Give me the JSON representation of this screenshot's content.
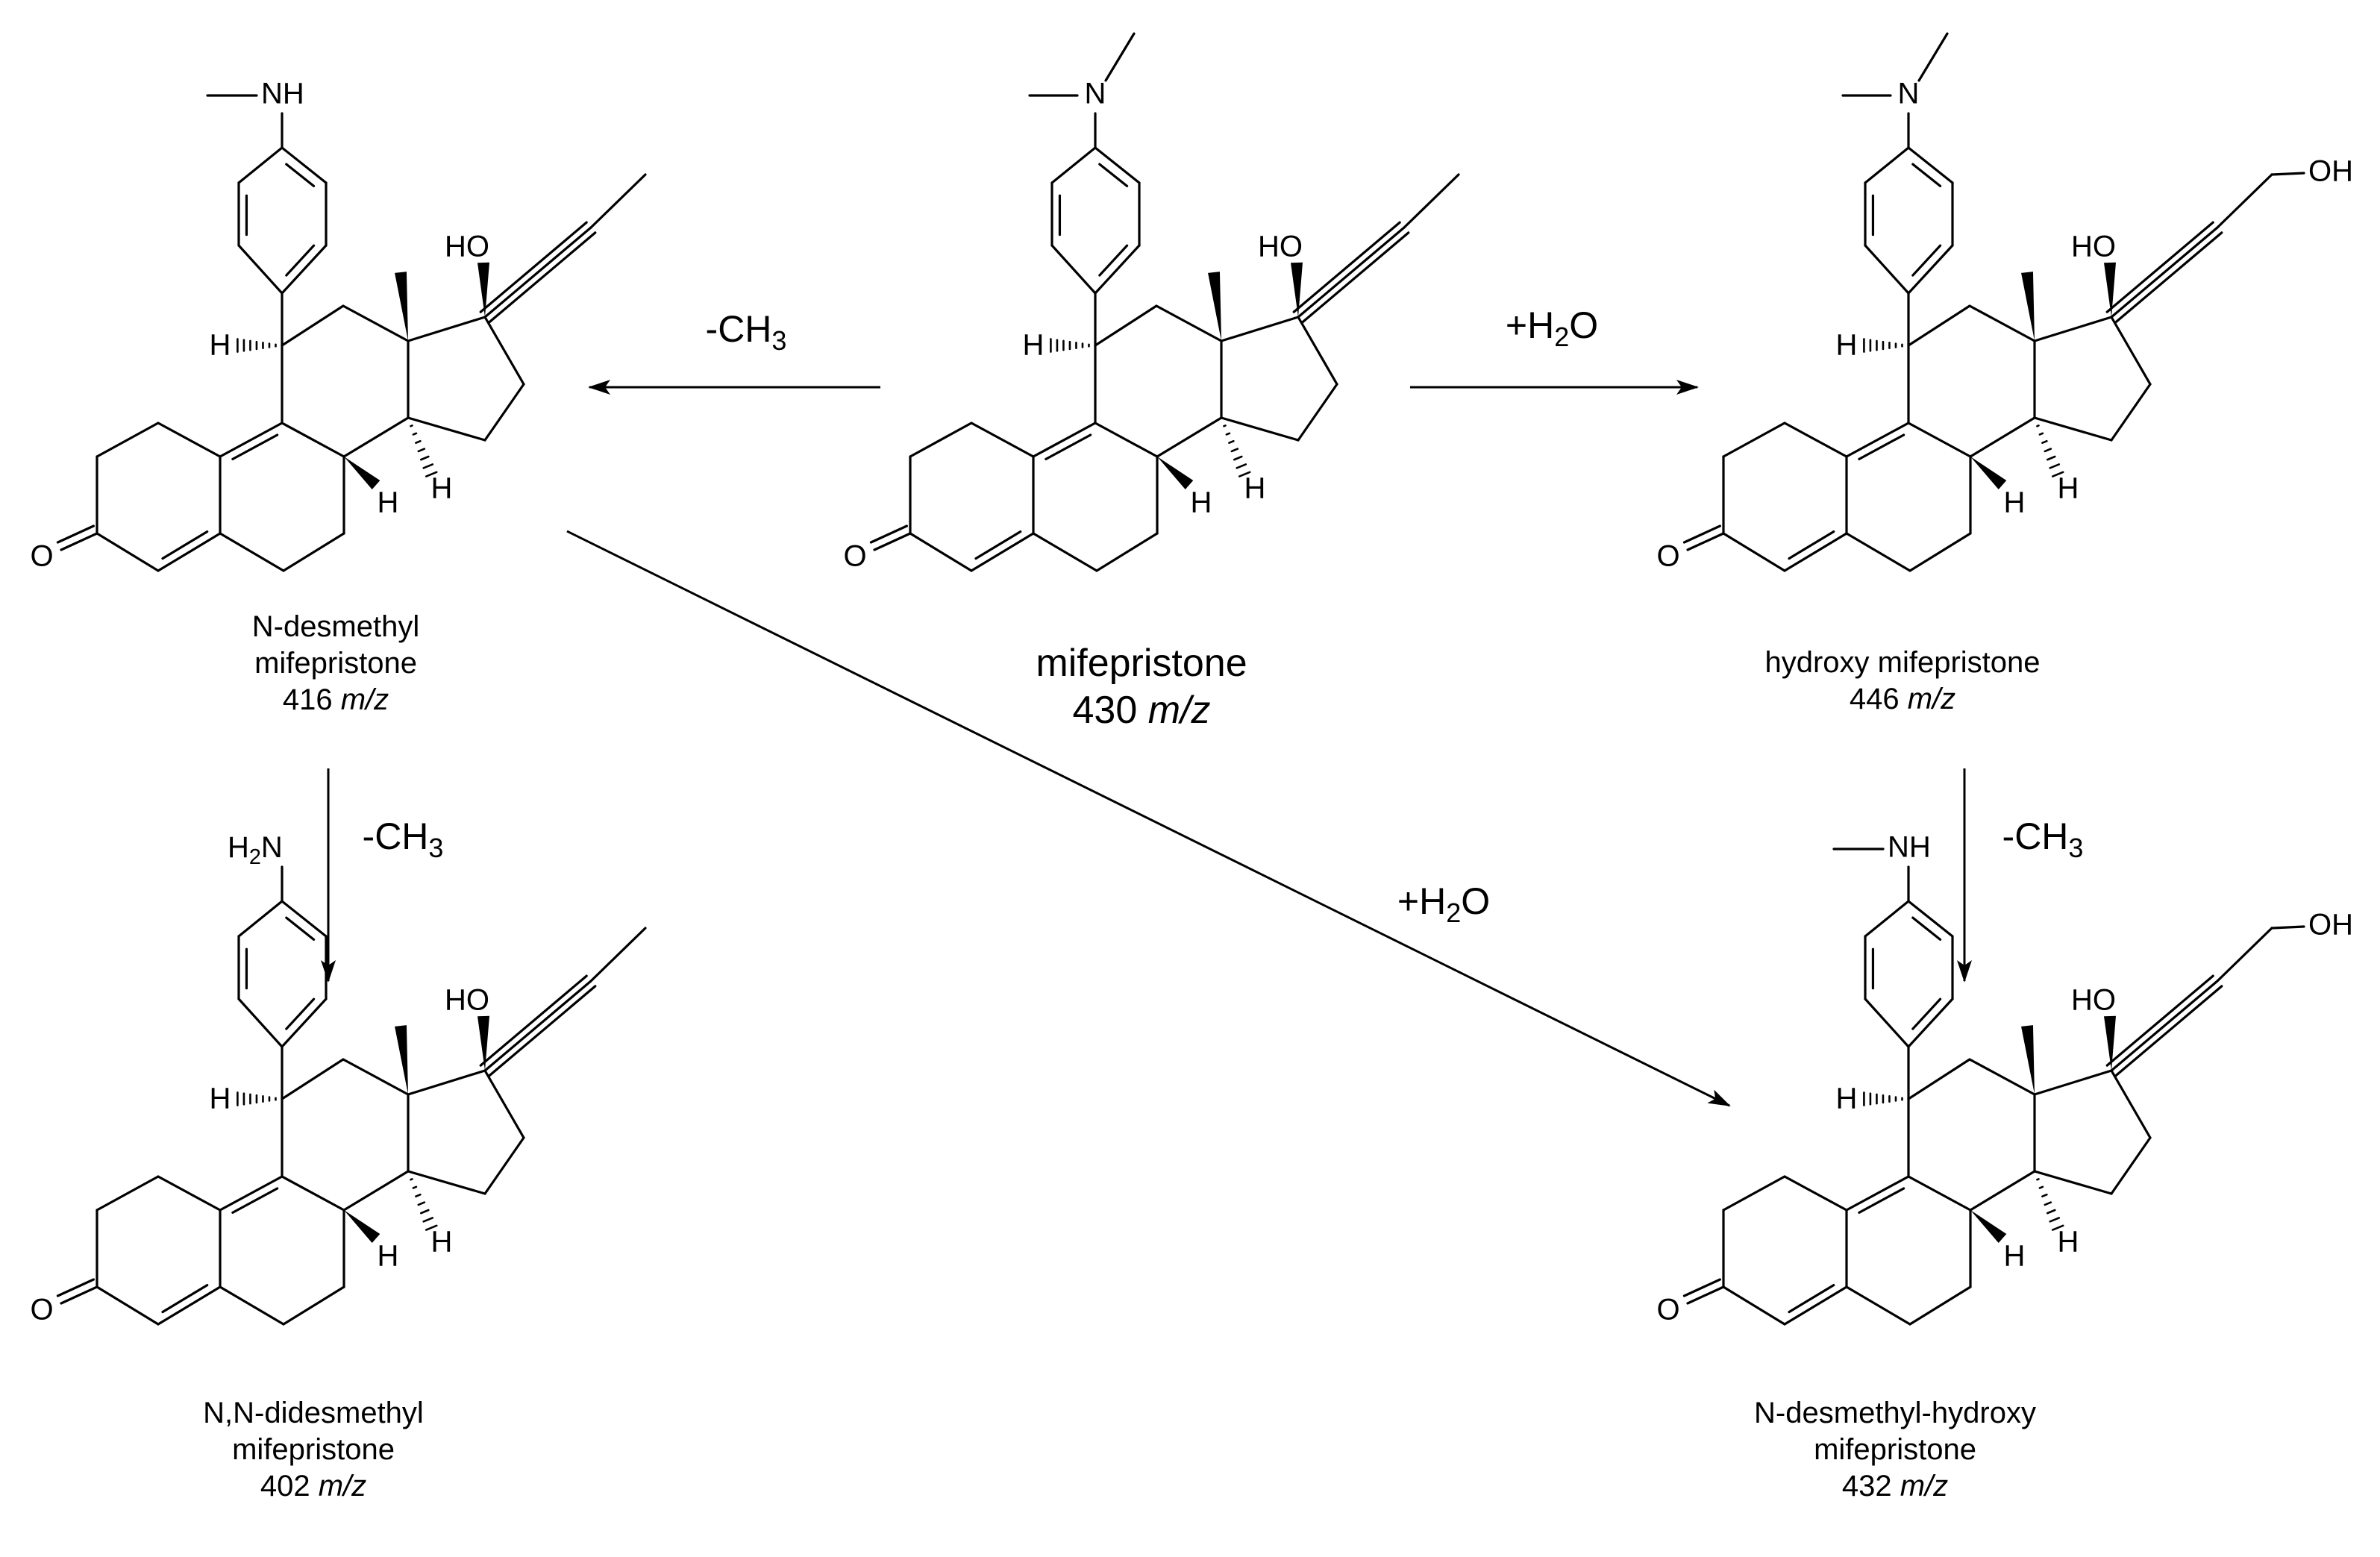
{
  "molecules": [
    {
      "id": "mifepristone",
      "amine": "dimethyl",
      "alkyne_oh": false,
      "name_lines": [
        "mifepristone"
      ],
      "mz_value": "430",
      "mz_unit": "m/z"
    },
    {
      "id": "n-desmethyl",
      "amine": "methyl",
      "alkyne_oh": false,
      "name_lines": [
        "N-desmethyl",
        "mifepristone"
      ],
      "mz_value": "416",
      "mz_unit": "m/z"
    },
    {
      "id": "hydroxy",
      "amine": "dimethyl",
      "alkyne_oh": true,
      "name_lines": [
        "hydroxy mifepristone"
      ],
      "mz_value": "446",
      "mz_unit": "m/z"
    },
    {
      "id": "n-n-didesmethyl",
      "amine": "primary",
      "alkyne_oh": false,
      "name_lines": [
        "N,N-didesmethyl",
        "mifepristone"
      ],
      "mz_value": "402",
      "mz_unit": "m/z"
    },
    {
      "id": "n-desmethyl-hydroxy",
      "amine": "methyl",
      "alkyne_oh": true,
      "name_lines": [
        "N-desmethyl-hydroxy",
        "mifepristone"
      ],
      "mz_value": "432",
      "mz_unit": "m/z"
    }
  ],
  "atom_labels": {
    "oh": "HO",
    "h": "H",
    "o": "O",
    "nh": "NH",
    "n": "N",
    "terminal_oh": "OH",
    "h2n": "H2N"
  },
  "reactions": [
    {
      "id": "mif-to-desmethyl",
      "from": "mifepristone",
      "to": "n-desmethyl",
      "label": "-CH3"
    },
    {
      "id": "mif-to-hydroxy",
      "from": "mifepristone",
      "to": "hydroxy",
      "label": "+H2O"
    },
    {
      "id": "desmethyl-to-didesmethyl",
      "from": "n-desmethyl",
      "to": "n-n-didesmethyl",
      "label": "-CH3"
    },
    {
      "id": "hydroxy-to-desmethyl-hydroxy",
      "from": "hydroxy",
      "to": "n-desmethyl-hydroxy",
      "label": "-CH3"
    },
    {
      "id": "desmethyl-to-desmethyl-hydroxy",
      "from": "n-desmethyl",
      "to": "n-desmethyl-hydroxy",
      "label": "+H2O"
    }
  ]
}
